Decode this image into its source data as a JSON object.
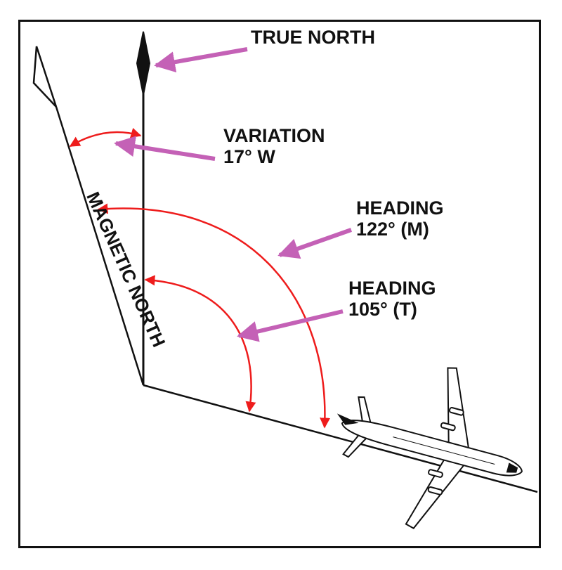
{
  "labels": {
    "true_north": "TRUE NORTH",
    "variation_title": "VARIATION",
    "variation_value": "17° W",
    "heading_magnetic_title": "HEADING",
    "heading_magnetic_value": "122° (M)",
    "heading_true_title": "HEADING",
    "heading_true_value": "105° (T)",
    "magnetic_north": "MAGNETIC NORTH"
  },
  "angles": {
    "variation_deg": 17,
    "heading_magnetic_deg": 122,
    "heading_true_deg": 105
  },
  "colors": {
    "outline": "#111111",
    "arc_arrow": "#ee1c1c",
    "pointer_arrow": "#c461b6",
    "background": "#ffffff"
  },
  "icons": [
    "true-north-needle-icon",
    "magnetic-north-pennant-icon",
    "aircraft-icon"
  ]
}
